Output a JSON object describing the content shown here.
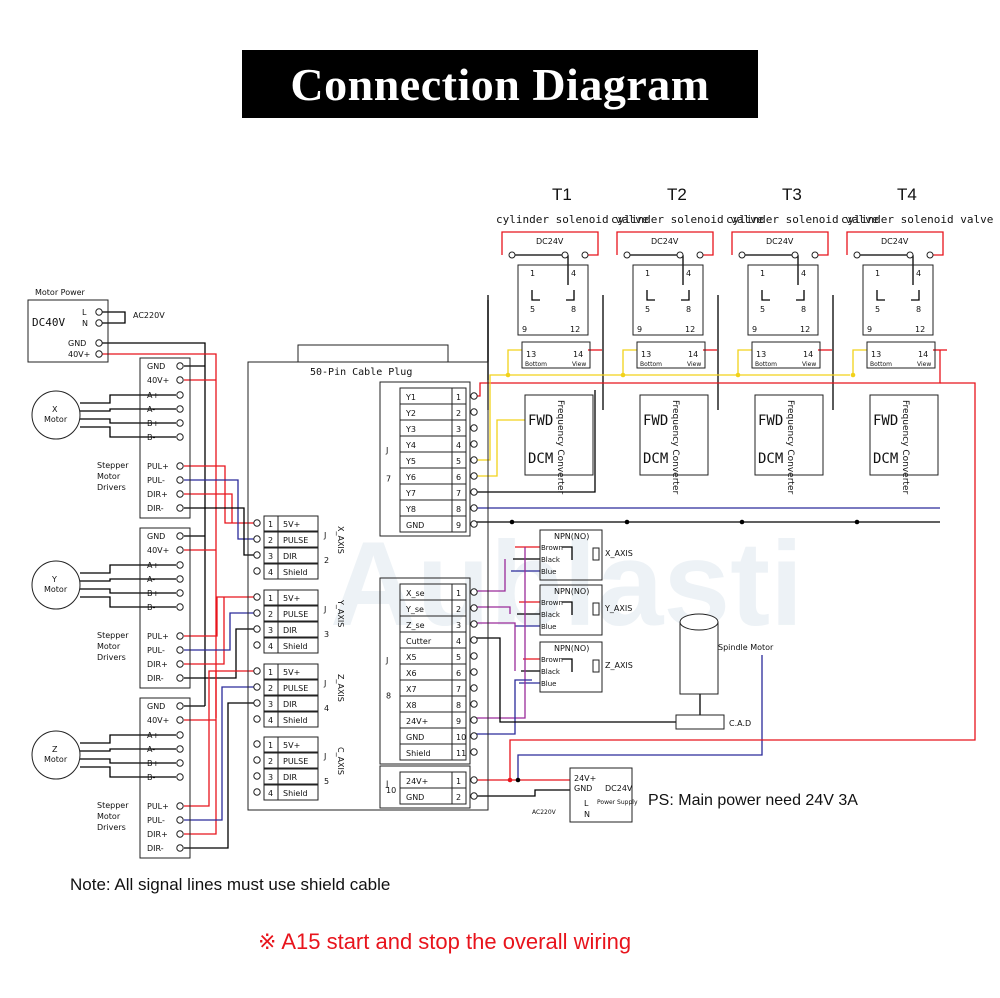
{
  "title": "Connection Diagram",
  "watermark": "Aublasti",
  "motor_power": {
    "label": "Motor Power",
    "box": "DC40V",
    "terms": [
      "L",
      "N",
      "GND",
      "40V+"
    ],
    "ac": "AC220V"
  },
  "motors": [
    {
      "name": "X",
      "sub": "Motor"
    },
    {
      "name": "Y",
      "sub": "Motor"
    },
    {
      "name": "Z",
      "sub": "Motor"
    }
  ],
  "driver_pins": [
    "GND",
    "40V+",
    "A+",
    "A-",
    "B+",
    "B-",
    "PUL+",
    "PUL-",
    "DIR+",
    "DIR-"
  ],
  "driver_label": [
    "Stepper",
    "Motor",
    "Drivers"
  ],
  "plug_title": "50-Pin Cable Plug",
  "axis_blocks": [
    {
      "axis": "X_AXIS",
      "num": "2",
      "j": "J",
      "pins": [
        [
          "1",
          "5V+"
        ],
        [
          "2",
          "PULSE"
        ],
        [
          "3",
          "DIR"
        ],
        [
          "4",
          "Shield"
        ]
      ]
    },
    {
      "axis": "Y_AXIS",
      "num": "3",
      "j": "J",
      "pins": [
        [
          "1",
          "5V+"
        ],
        [
          "2",
          "PULSE"
        ],
        [
          "3",
          "DIR"
        ],
        [
          "4",
          "Shield"
        ]
      ]
    },
    {
      "axis": "Z_AXIS",
      "num": "4",
      "j": "J",
      "pins": [
        [
          "1",
          "5V+"
        ],
        [
          "2",
          "PULSE"
        ],
        [
          "3",
          "DIR"
        ],
        [
          "4",
          "Shield"
        ]
      ]
    },
    {
      "axis": "C_AXIS",
      "num": "5",
      "j": "J",
      "pins": [
        [
          "1",
          "5V+"
        ],
        [
          "2",
          "PULSE"
        ],
        [
          "3",
          "DIR"
        ],
        [
          "4",
          "Shield"
        ]
      ]
    }
  ],
  "j7": {
    "j": "J",
    "num": "7",
    "rows": [
      [
        "Y1",
        "1"
      ],
      [
        "Y2",
        "2"
      ],
      [
        "Y3",
        "3"
      ],
      [
        "Y4",
        "4"
      ],
      [
        "Y5",
        "5"
      ],
      [
        "Y6",
        "6"
      ],
      [
        "Y7",
        "7"
      ],
      [
        "Y8",
        "8"
      ],
      [
        "GND",
        "9"
      ]
    ]
  },
  "j8": {
    "j": "J",
    "num": "8",
    "rows": [
      [
        "X_se",
        "1"
      ],
      [
        "Y_se",
        "2"
      ],
      [
        "Z_se",
        "3"
      ],
      [
        "Cutter",
        "4"
      ],
      [
        "X5",
        "5"
      ],
      [
        "X6",
        "6"
      ],
      [
        "X7",
        "7"
      ],
      [
        "X8",
        "8"
      ],
      [
        "24V+",
        "9"
      ],
      [
        "GND",
        "10"
      ],
      [
        "Shield",
        "11"
      ]
    ]
  },
  "j10": {
    "j": "J",
    "num": "10",
    "rows": [
      [
        "24V+",
        "1"
      ],
      [
        "GND",
        "2"
      ]
    ]
  },
  "relays": [
    {
      "t": "T1",
      "valve": "cylinder solenoid valve",
      "dc": "DC24V"
    },
    {
      "t": "T2",
      "valve": "cylinder solenoid valve",
      "dc": "DC24V"
    },
    {
      "t": "T3",
      "valve": "cylinder solenoid valve",
      "dc": "DC24V"
    },
    {
      "t": "T4",
      "valve": "cylinder solenoid valve",
      "dc": "DC24V"
    }
  ],
  "relay_pins": {
    "top": [
      "1",
      "4"
    ],
    "mid": [
      "5",
      "8"
    ],
    "low": [
      "9",
      "12"
    ],
    "bottom": [
      "13",
      "14"
    ],
    "bottom_labels": [
      "Bottom",
      "View"
    ]
  },
  "inverter": {
    "fwd": "FWD",
    "dcm": "DCM",
    "label": "Frequency Converter"
  },
  "sensors": [
    {
      "title": "NPN(NO)",
      "axis": "X_AXIS",
      "wires": [
        "Brown",
        "Black",
        "Blue"
      ]
    },
    {
      "title": "NPN(NO)",
      "axis": "Y_AXIS",
      "wires": [
        "Brown",
        "Black",
        "Blue"
      ]
    },
    {
      "title": "NPN(NO)",
      "axis": "Z_AXIS",
      "wires": [
        "Brown",
        "Black",
        "Blue"
      ]
    }
  ],
  "spindle": {
    "label": "Spindle Motor",
    "cad": "C.A.D"
  },
  "psu": {
    "lines": [
      "24V+",
      "GND",
      "L",
      "N"
    ],
    "name": "DC24V",
    "sub": "Power Supply",
    "ac": "AC220V"
  },
  "ps_note": "PS: Main power need 24V 3A",
  "note": "Note: All signal lines must use shield cable",
  "footer": "※ A15 start and stop the overall wiring",
  "colors": {
    "red": "#e8141c",
    "blue": "#2a2a9a",
    "yellow": "#f2d21a",
    "purple": "#9a2b9a",
    "black": "#000000"
  }
}
